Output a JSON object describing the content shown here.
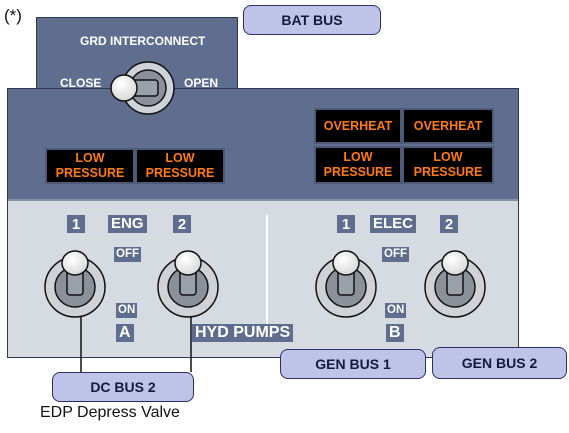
{
  "note_marker": "(*)",
  "grd_interconnect": {
    "title": "GRD INTERCONNECT",
    "close_label": "CLOSE",
    "open_label": "OPEN"
  },
  "buses": {
    "bat": "BAT BUS",
    "dc2": "DC BUS 2",
    "gen1": "GEN BUS 1",
    "gen2": "GEN BUS 2"
  },
  "annunciators": {
    "eng_low_pressure_1": [
      "LOW",
      "PRESSURE"
    ],
    "eng_low_pressure_2": [
      "LOW",
      "PRESSURE"
    ],
    "elec_overheat_1": "OVERHEAT",
    "elec_overheat_2": "OVERHEAT",
    "elec_low_pressure_1": [
      "LOW",
      "PRESSURE"
    ],
    "elec_low_pressure_2": [
      "LOW",
      "PRESSURE"
    ]
  },
  "eng_group": {
    "num1": "1",
    "label": "ENG",
    "num2": "2",
    "off": "OFF",
    "on": "ON",
    "system": "A"
  },
  "elec_group": {
    "num1": "1",
    "label": "ELEC",
    "num2": "2",
    "off": "OFF",
    "on": "ON",
    "system": "B"
  },
  "hyd_pumps_label": "HYD PUMPS",
  "caption": "EDP Depress Valve",
  "colors": {
    "panel": "#5f6d8e",
    "lower_panel": "#d5dbe1",
    "annunciator_text": "#ff7a12",
    "bus_fill": "#bfc3e8"
  }
}
